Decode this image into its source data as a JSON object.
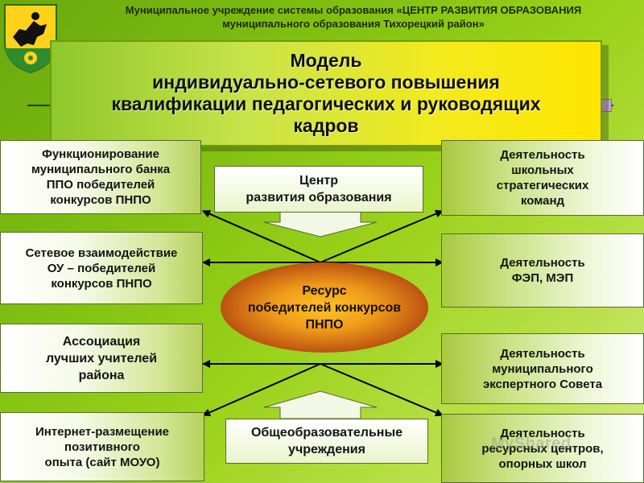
{
  "header": {
    "line1": "Муниципальное учреждение системы образования «ЦЕНТР РАЗВИТИЯ ОБРАЗОВАНИЯ",
    "line2": "муниципального образования Тихорецкий район»"
  },
  "title": {
    "line1": "Модель",
    "line2": "индивидуально-сетевого повышения",
    "line3": "квалификации педагогических и руководящих",
    "line4": "кадров"
  },
  "left_boxes": [
    {
      "lines": [
        "Функционирование",
        "муниципального банка",
        "ППО победителей",
        "конкурсов ПНПО"
      ]
    },
    {
      "lines": [
        "Сетевое взаимодействие",
        "ОУ – победителей",
        "конкурсов ПНПО"
      ]
    },
    {
      "lines": [
        "Ассоциация",
        "лучших учителей",
        "района"
      ]
    },
    {
      "lines": [
        "Интернет-размещение",
        "позитивного",
        "опыта (сайт МОУО)"
      ]
    }
  ],
  "right_boxes": [
    {
      "lines": [
        "Деятельность",
        "школьных",
        "стратегических",
        "команд"
      ]
    },
    {
      "lines": [
        "Деятельность",
        "ФЭП, МЭП"
      ]
    },
    {
      "lines": [
        "Деятельность",
        "муниципального",
        "экспертного Совета"
      ]
    },
    {
      "lines": [
        "Деятельность",
        "ресурсных центров,",
        "опорных школ"
      ]
    }
  ],
  "center_top": {
    "lines": [
      "Центр",
      "развития образования"
    ]
  },
  "center_bottom": {
    "lines": [
      "Общеобразовательные",
      "учреждения"
    ]
  },
  "resource": {
    "lines": [
      "Ресурс",
      "победителей конкурсов",
      "ПНПО"
    ]
  },
  "watermark": "MyShared",
  "colors": {
    "background": "#7fbf10",
    "title_fill": "#f2ea1e",
    "ellipse_core": "#ffc423",
    "ellipse_edge": "#7a1f08",
    "arrows": "#000000"
  }
}
